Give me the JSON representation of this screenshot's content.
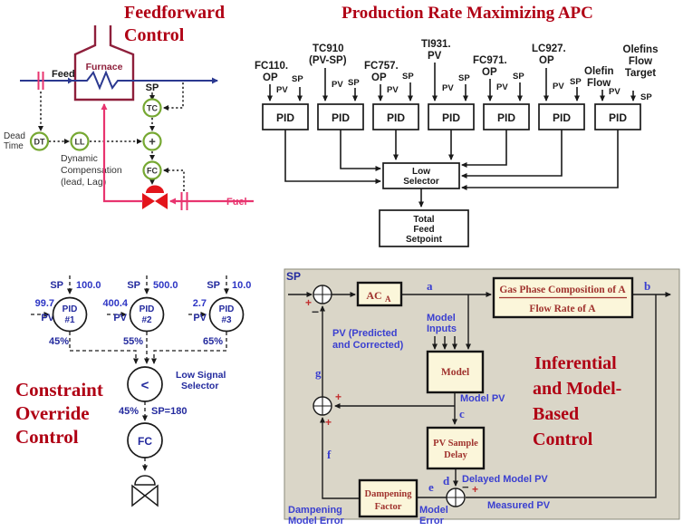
{
  "feedforward": {
    "title": [
      "Feedforward",
      "Control"
    ],
    "furnace_label": "Furnace",
    "feed_label": "Feed",
    "fuel_label": "Fuel",
    "sp_label": "SP",
    "dead_time": [
      "Dead",
      "Time"
    ],
    "dyn_comp": [
      "Dynamic",
      "Compensation",
      "(lead, Lag)"
    ],
    "dt": "DT",
    "ll": "LL",
    "tc": "TC",
    "fc": "FC",
    "plus": "+"
  },
  "apc": {
    "title": "Production Rate Maximizing APC",
    "pid_label": "PID",
    "pv_label": "PV",
    "sp_label": "SP",
    "controllers": [
      {
        "tag": [
          "FC110.",
          "OP"
        ]
      },
      {
        "tag": [
          "TC910",
          "(PV-SP)"
        ]
      },
      {
        "tag": [
          "FC757.",
          "OP"
        ]
      },
      {
        "tag": [
          "TI931.",
          "PV"
        ]
      },
      {
        "tag": [
          "FC971.",
          "OP"
        ]
      },
      {
        "tag": [
          "LC927.",
          "OP"
        ]
      },
      {
        "tag": [
          "Olefin",
          "Flow"
        ],
        "sp_tag": [
          "Olefins",
          "Flow",
          "Target"
        ]
      }
    ],
    "low_selector": [
      "Low",
      "Selector"
    ],
    "total_feed": [
      "Total",
      "Feed",
      "Setpoint"
    ]
  },
  "override": {
    "title": [
      "Constraint",
      "Override",
      "Control"
    ],
    "sp_label": "SP",
    "pv_label": "PV",
    "pids": [
      {
        "name": "PID",
        "num": "#1",
        "sp": "100.0",
        "pv": "99.7",
        "out": "45%"
      },
      {
        "name": "PID",
        "num": "#2",
        "sp": "500.0",
        "pv": "400.4",
        "out": "55%"
      },
      {
        "name": "PID",
        "num": "#3",
        "sp": "10.0",
        "pv": "2.7",
        "out": "65%"
      }
    ],
    "selector_symbol": "<",
    "selector_label": [
      "Low Signal",
      "Selector"
    ],
    "out_pct": "45%",
    "out_sp": "SP=180",
    "fc_label": "FC"
  },
  "inferential": {
    "title": [
      "Inferential",
      "and Model-",
      "Based",
      "Control"
    ],
    "sp_label": "SP",
    "controller_main": "AC",
    "controller_sub": "A",
    "letters": {
      "a": "a",
      "b": "b",
      "c": "c",
      "d": "d",
      "e": "e",
      "f": "f",
      "g": "g"
    },
    "model_inputs": [
      "Model",
      "Inputs"
    ],
    "pv_predicted": [
      "PV (Predicted",
      "and Corrected)"
    ],
    "process": [
      "Gas Phase Composition of A",
      "Flow Rate of A"
    ],
    "model_label": "Model",
    "model_pv": "Model PV",
    "pv_sample_delay": [
      "PV Sample",
      "Delay"
    ],
    "delayed_model_pv": "Delayed Model PV",
    "measured_pv": "Measured PV",
    "dampening_factor": [
      "Dampening",
      "Factor"
    ],
    "dampening_model_error": [
      "Dampening",
      "Model Error"
    ],
    "model_error": [
      "Model",
      "Error"
    ],
    "plus": "+",
    "minus": "−"
  },
  "colors": {
    "title_red": "#B00014",
    "furnace_maroon": "#8E1F3B",
    "feed_blue": "#2B3990",
    "fuel_magenta": "#E8346F",
    "valve_red": "#E3151B",
    "instrument_green": "#76A832",
    "label_navy": "#232A9E",
    "label_blue": "#2D35C4",
    "box_cream": "#FBF6DA",
    "panel_beige": "#DAD6C8",
    "box_text_dark_red": "#A0332E",
    "sign_red": "#C23030"
  }
}
